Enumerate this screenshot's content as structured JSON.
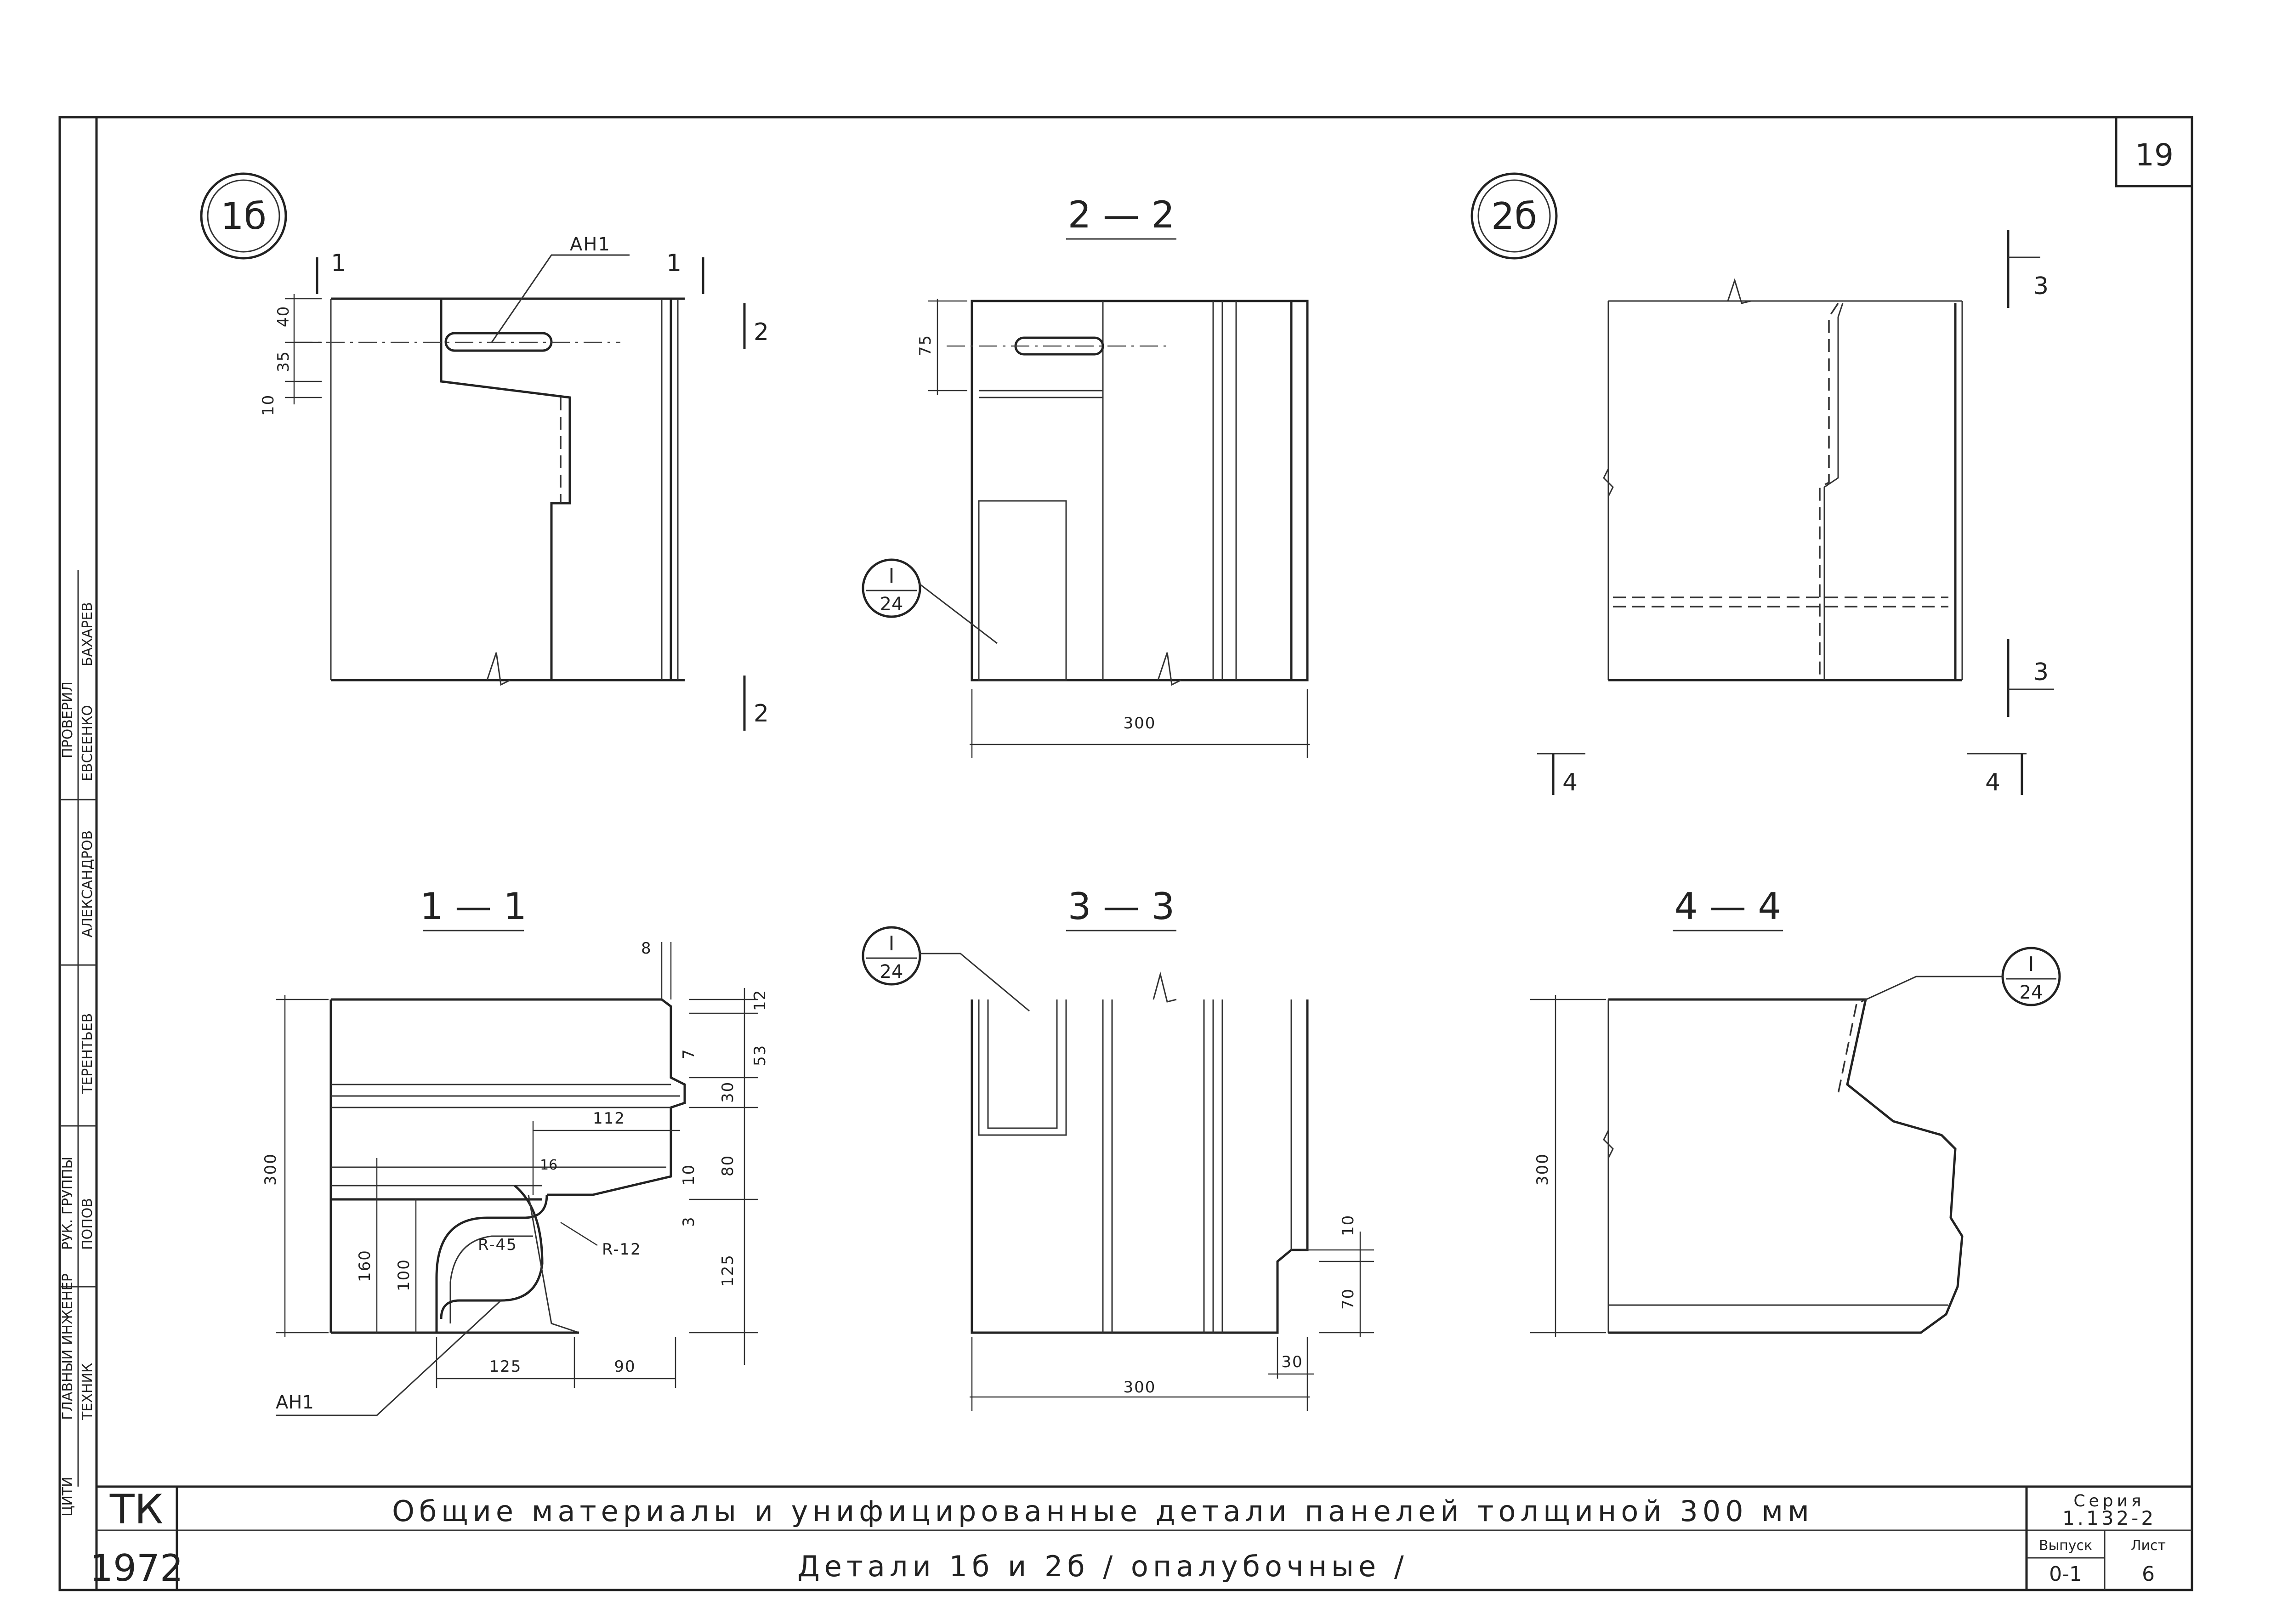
{
  "sheet": {
    "page_number": "19",
    "org_block": [
      "ЦИТИ",
      "ГЛАВНЫЙ ИНЖЕНЕР",
      "РУК. ГРУППЫ",
      "ТЕХНИК"
    ],
    "rotated_title": "ПРОВЕРИЛ",
    "names": [
      "ПОПОВ",
      "ТЕРЕНТЬЕВ",
      "АЛЕКСАНДРОВ",
      "ЕВСЕЕНКО",
      "БАХАРЕВ"
    ]
  },
  "views": {
    "v1": {
      "badge": "1б",
      "marker_label": "АН1",
      "cut_left": "1",
      "cut_right": "1",
      "section_label": "2"
    },
    "v2": {
      "title": "2 — 2",
      "callout_top": "I",
      "callout_bottom": "24"
    },
    "v3": {
      "badge": "2б",
      "section3": "3",
      "section4": "4"
    },
    "v4": {
      "title": "1 — 1",
      "r1": "R-45",
      "r2": "R-12",
      "marker_label": "АН1"
    },
    "v5": {
      "title": "3 — 3",
      "callout_top": "I",
      "callout_bottom": "24"
    },
    "v6": {
      "title": "4 — 4",
      "callout_top": "I",
      "callout_bottom": "24"
    }
  },
  "dims": {
    "v1_a": "40",
    "v1_b": "35",
    "v1_c": "10",
    "v2_a": "75",
    "v2_w": "300",
    "v4_top": "8",
    "v4_12": "12",
    "v4_53": "53",
    "v4_7": "7",
    "v4_30": "30",
    "v4_80": "80",
    "v4_10": "10",
    "v4_3": "3",
    "v4_125v": "125",
    "v4_300": "300",
    "v4_112": "112",
    "v4_16": "16",
    "v4_160": "160",
    "v4_100": "100",
    "v4_125h": "125",
    "v4_90": "90",
    "v5_10": "10",
    "v5_70": "70",
    "v5_30": "30",
    "v5_300": "300",
    "v6_300": "300"
  },
  "title_block": {
    "code": "ТК",
    "year": "1972",
    "title": "Общие материалы и унифицированные детали панелей толщиной 300 мм",
    "subtitle": "Детали 1б и 2б / опалубочные /",
    "series_label": "Серия",
    "series_value": "1.132-2",
    "issue_label": "Выпуск",
    "issue_value": "0-1",
    "sheet_label": "Лист",
    "sheet_value": "6"
  }
}
